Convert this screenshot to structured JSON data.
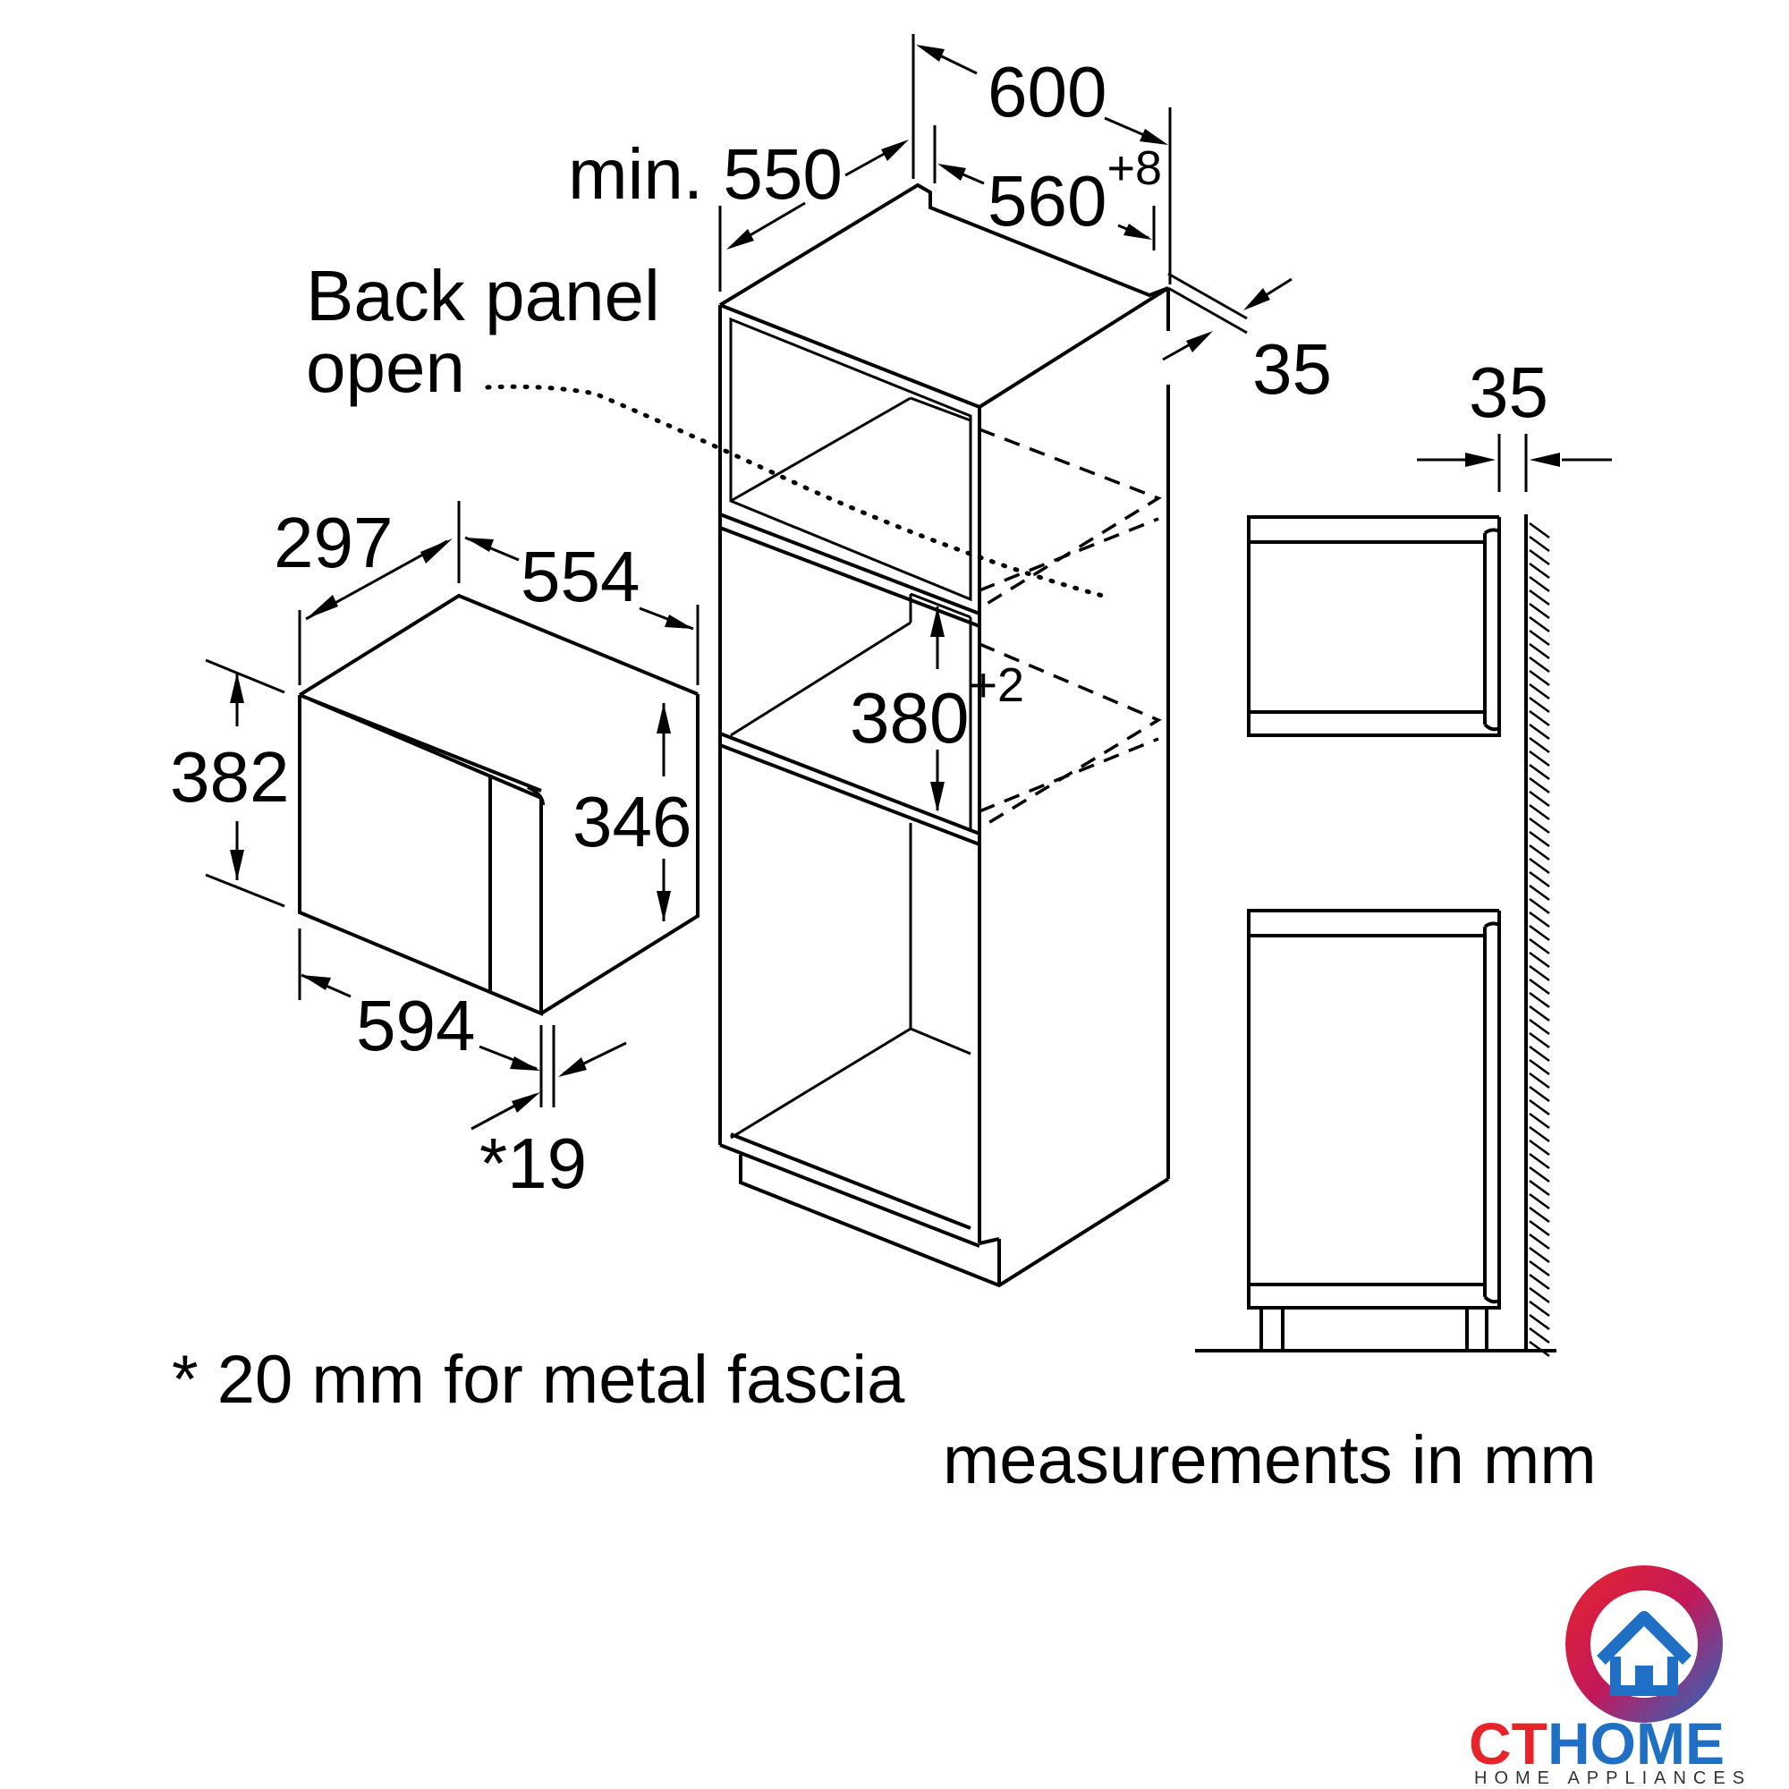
{
  "dimensions": {
    "niche_width": "600",
    "niche_depth": "min. 550",
    "inner_width": "560",
    "inner_width_tol": "+8",
    "panel_thickness_right": "35",
    "side_gap": "35",
    "niche_height": "380",
    "niche_height_tol": "+2",
    "appliance_depth": "297",
    "appliance_body_width": "554",
    "appliance_height": "382",
    "appliance_body_height": "346",
    "appliance_width": "594",
    "fascia": "*19"
  },
  "labels": {
    "back_panel_line1": "Back panel",
    "back_panel_line2": "open"
  },
  "notes": {
    "fascia_note": "* 20 mm for metal fascia",
    "units_note": "measurements in mm"
  },
  "logo": {
    "brand_part1": "CT",
    "brand_part2": "HOME",
    "tagline": "HOME APPLIANCES",
    "color_red": "#e8242b",
    "color_blue": "#1f6fc5"
  }
}
